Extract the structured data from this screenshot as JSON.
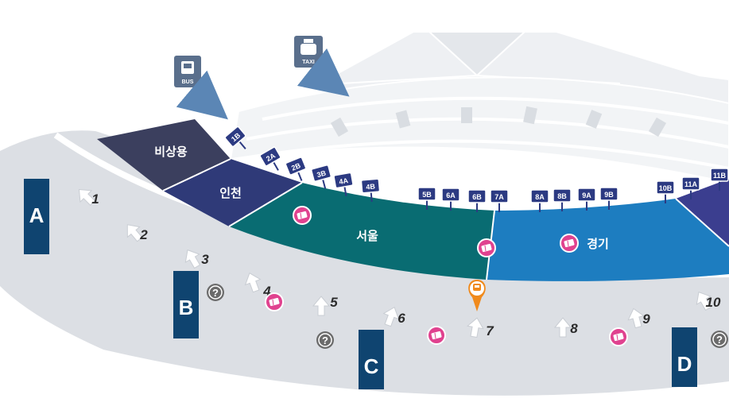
{
  "transport": {
    "bus": {
      "label": "BUS",
      "icon": "bus-icon"
    },
    "taxi": {
      "label": "TAXI",
      "icon": "taxi-icon"
    }
  },
  "zones": [
    {
      "id": "emergency",
      "label": "비상용",
      "color": "#3b3f5e"
    },
    {
      "id": "incheon",
      "label": "인천",
      "color": "#2f3a78"
    },
    {
      "id": "seoul",
      "label": "서울",
      "color": "#096c72"
    },
    {
      "id": "gyeonggi",
      "label": "경기",
      "color": "#1d7dc0"
    },
    {
      "id": "east",
      "label": "",
      "color": "#3b3e8f"
    }
  ],
  "gates": [
    "1B",
    "2A",
    "2B",
    "3B",
    "4A",
    "4B",
    "5B",
    "6A",
    "6B",
    "7A",
    "8A",
    "8B",
    "9A",
    "9B",
    "10B",
    "11A",
    "11B"
  ],
  "sections": [
    {
      "id": "A",
      "label": "A"
    },
    {
      "id": "B",
      "label": "B"
    },
    {
      "id": "C",
      "label": "C"
    },
    {
      "id": "D",
      "label": "D"
    }
  ],
  "exits": [
    "1",
    "2",
    "3",
    "4",
    "5",
    "6",
    "7",
    "8",
    "9",
    "10"
  ],
  "colors": {
    "walkway": "#dcdfe4",
    "section_marker": "#0f4470",
    "gate_tag": "#2c3a82",
    "ticket_icon": "#e0428f",
    "bus_stop": "#f08a1c",
    "info_icon": "#6b6b6b",
    "arrow_fill": "#ffffff",
    "building": "#eef0f3"
  },
  "icons": {
    "ticket": "ticket-icon",
    "info": "info-icon",
    "bus_stop": "bus-stop-marker-icon",
    "arrow": "direction-arrow-icon"
  }
}
